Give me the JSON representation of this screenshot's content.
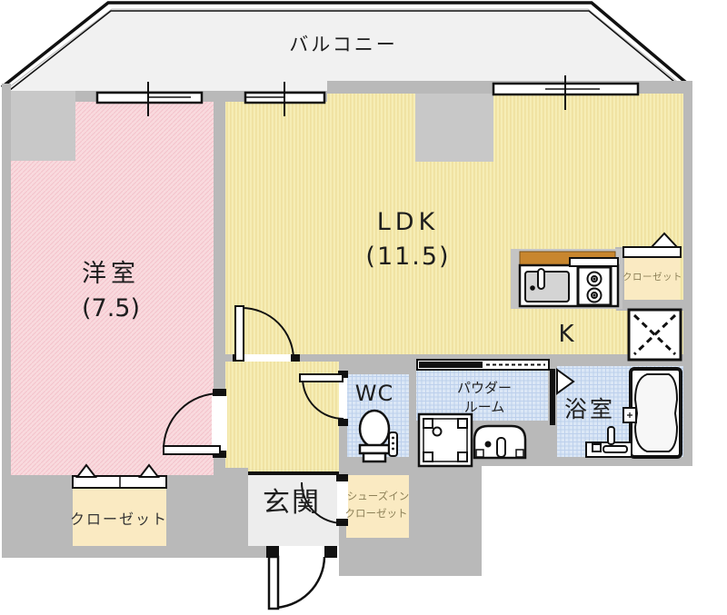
{
  "plan": {
    "balcony": {
      "label": "バルコニー"
    },
    "western_room": {
      "label": "洋室",
      "size": "(7.5)"
    },
    "ldk": {
      "label": "LDK",
      "size": "(11.5)"
    },
    "kitchen": {
      "label": "K"
    },
    "wc": {
      "label": "WC"
    },
    "powder_room": {
      "label_line1": "パウダー",
      "label_line2": "ルーム"
    },
    "bathroom": {
      "label": "浴室"
    },
    "entrance": {
      "label": "玄関"
    },
    "shoes_in_closet": {
      "label_line1": "シューズイン",
      "label_line2": "クローゼット"
    },
    "closet_bedroom": {
      "label": "クローゼット"
    },
    "closet_kitchen": {
      "label": "クローゼット"
    }
  },
  "colors": {
    "wall": "#b9b9b9",
    "balcony_floor": "#f1f1f1",
    "western_room": "#f9dade",
    "ldk": "#f6edb5",
    "wet_room": "#dbe7f6",
    "closet": "#faeac2",
    "entrance_floor": "#ededed",
    "counter": "#c8862e",
    "outline": "#111111"
  }
}
